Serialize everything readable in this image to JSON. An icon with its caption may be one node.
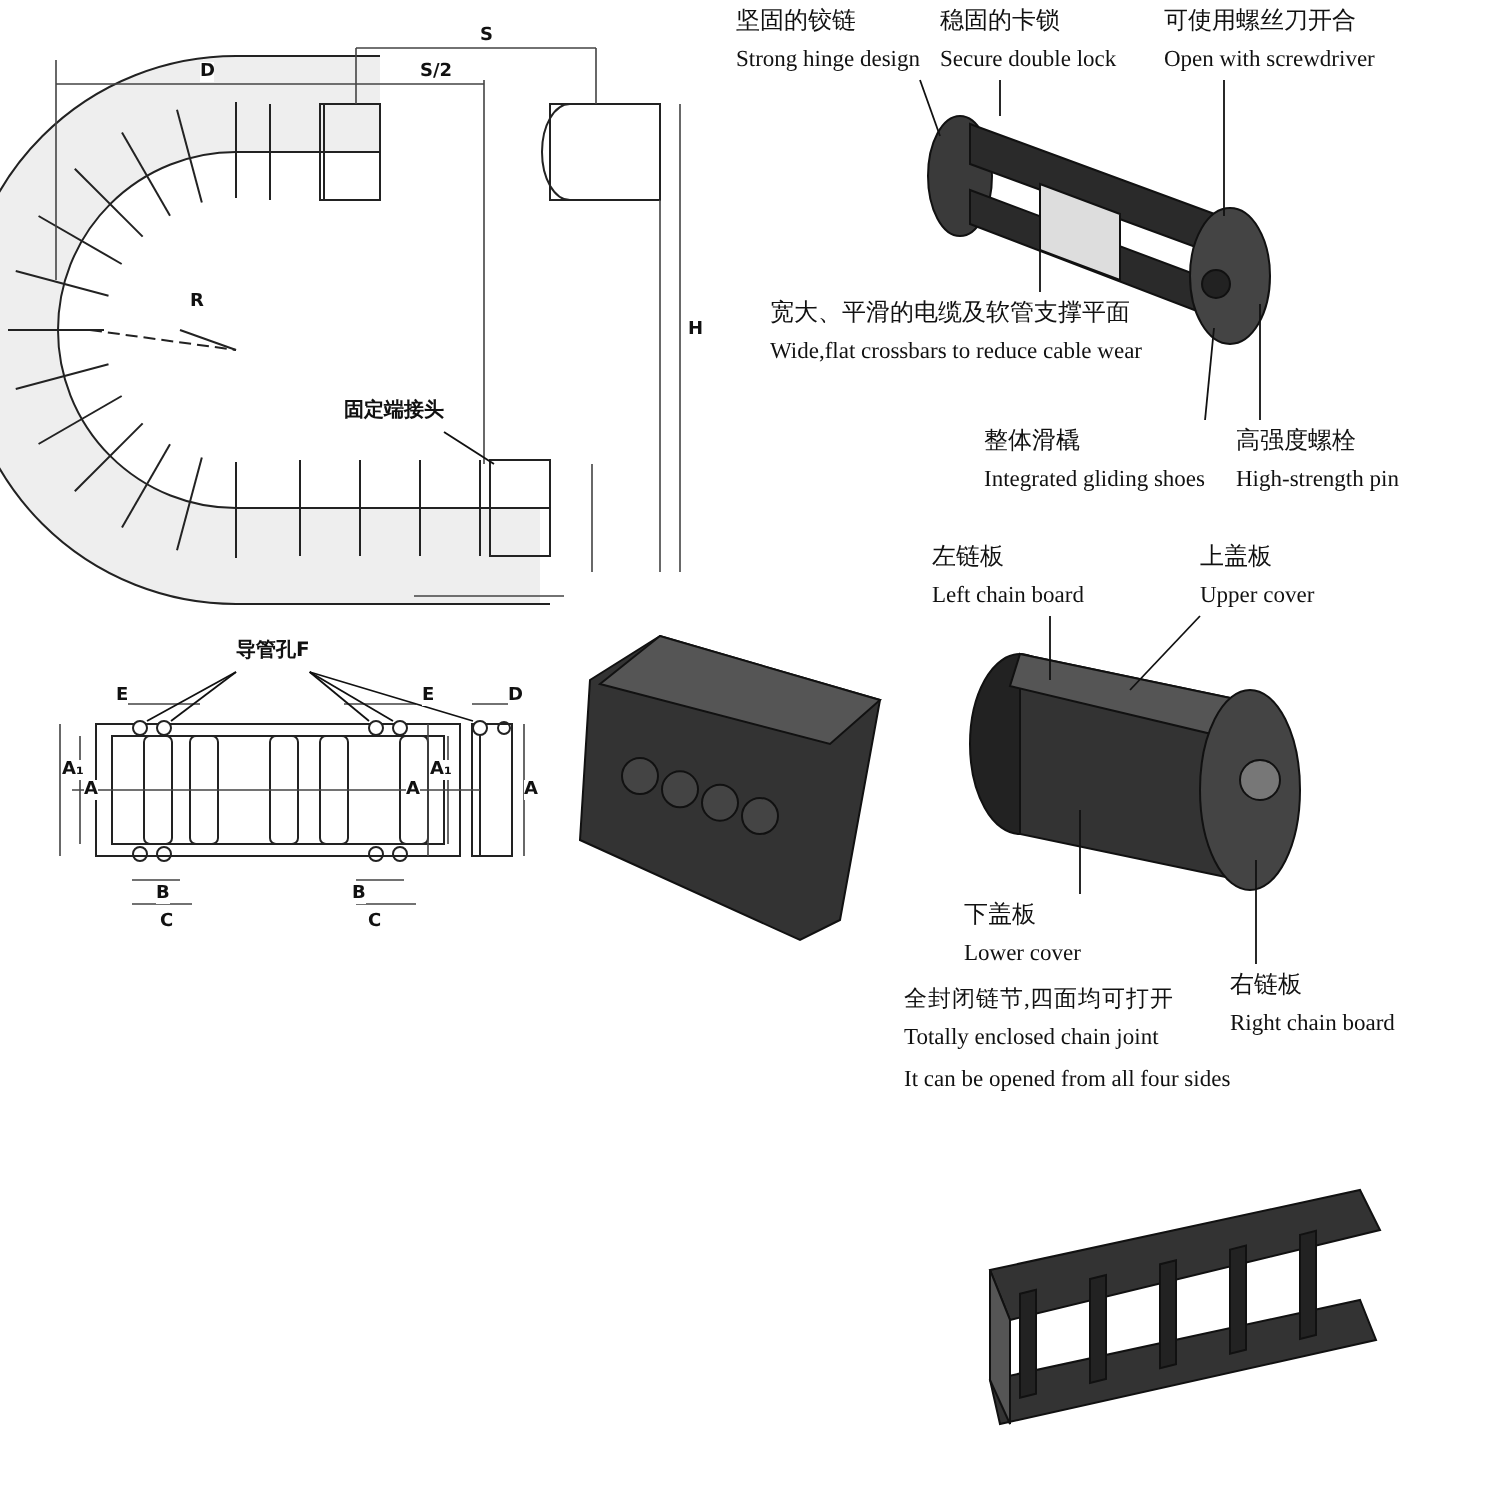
{
  "diagram": {
    "nodes": [
      {
        "text": [
          "坚固的铰链",
          "Strong hinge design"
        ]
      },
      {
        "text": [
          "稳固的卡锁",
          "Secure double lock"
        ]
      },
      {
        "text": [
          "可使用螺丝刀开合",
          "Open with screwdriver"
        ]
      },
      {
        "text": [
          "宽大、平滑的电缆及软管支撑平面",
          "Wide,flat crossbars to reduce cable wear"
        ]
      },
      {
        "text": [
          "整体滑橇",
          "Integrated gliding shoes"
        ]
      },
      {
        "text": [
          "高强度螺栓",
          "High-strength pin"
        ]
      },
      {
        "text": [
          "左链板",
          "Left chain board"
        ]
      },
      {
        "text": [
          "上盖板",
          "Upper cover"
        ]
      },
      {
        "text": [
          "下盖板",
          "Lower cover"
        ]
      },
      {
        "text": [
          "右链板",
          "Right chain board"
        ]
      },
      {
        "text": [
          "固定端接头"
        ]
      },
      {
        "text": [
          "导管孔F"
        ]
      },
      {
        "text": [],
        "shape": "circle"
      },
      {
        "text": [],
        "shape": "circle"
      },
      {
        "text": [],
        "shape": "circle"
      },
      {
        "text": [],
        "shape": "circle"
      },
      {
        "text": [],
        "shape": "circle"
      }
    ],
    "edges": [
      {
        "from": 0,
        "to": null,
        "arrow": "none"
      },
      {
        "from": 1,
        "to": null,
        "arrow": "none"
      },
      {
        "from": 2,
        "to": null,
        "arrow": "none"
      },
      {
        "from": 3,
        "to": null,
        "arrow": "none"
      },
      {
        "from": 4,
        "to": null,
        "arrow": "none"
      },
      {
        "from": 5,
        "to": null,
        "arrow": "none"
      },
      {
        "from": 6,
        "to": null,
        "arrow": "none"
      },
      {
        "from": 7,
        "to": null,
        "arrow": "none"
      },
      {
        "from": 8,
        "to": null,
        "arrow": "none"
      },
      {
        "from": 9,
        "to": null,
        "arrow": "none"
      },
      {
        "from": 10,
        "to": null,
        "arrow": "none"
      },
      {
        "from": 11,
        "to": 12,
        "arrow": "none"
      },
      {
        "from": 11,
        "to": 13,
        "arrow": "none"
      },
      {
        "from": 11,
        "to": 14,
        "arrow": "none"
      },
      {
        "from": 11,
        "to": 15,
        "arrow": "none"
      },
      {
        "from": 11,
        "to": 16,
        "arrow": "none"
      }
    ],
    "labels": [
      "D",
      "S",
      "S/2",
      "R",
      "H",
      "E",
      "E",
      "D",
      "A₁",
      "A",
      "A",
      "A₁",
      "A",
      "B",
      "C",
      "B",
      "C",
      "全封闭链节,四面均可打开",
      "Totally enclosed chain joint",
      "It can be opened from all four sides"
    ]
  }
}
